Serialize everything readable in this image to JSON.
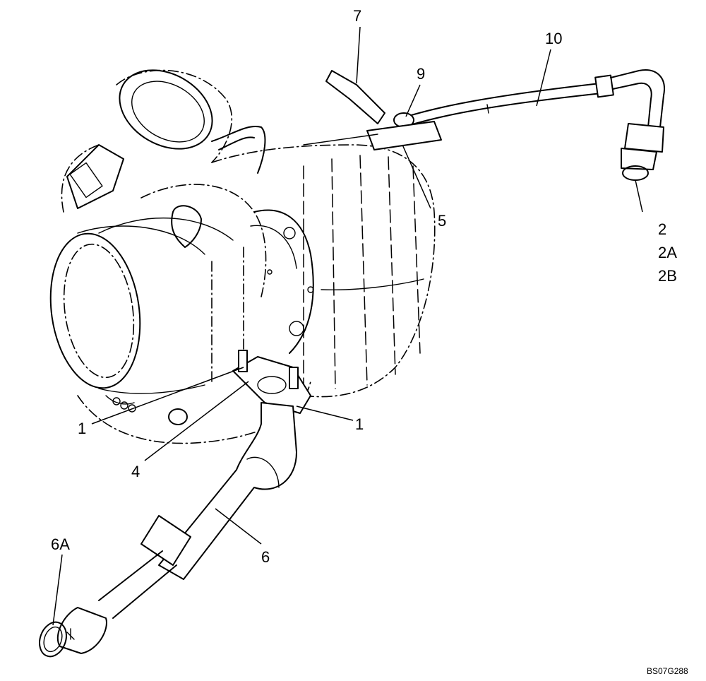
{
  "diagram": {
    "callouts": {
      "c7": "7",
      "c10": "10",
      "c9": "9",
      "c5": "5",
      "c2": "2",
      "c2a": "2A",
      "c2b": "2B",
      "c1_left": "1",
      "c1_right": "1",
      "c4": "4",
      "c6": "6",
      "c6a": "6A"
    },
    "reference_code": "BS07G288"
  }
}
